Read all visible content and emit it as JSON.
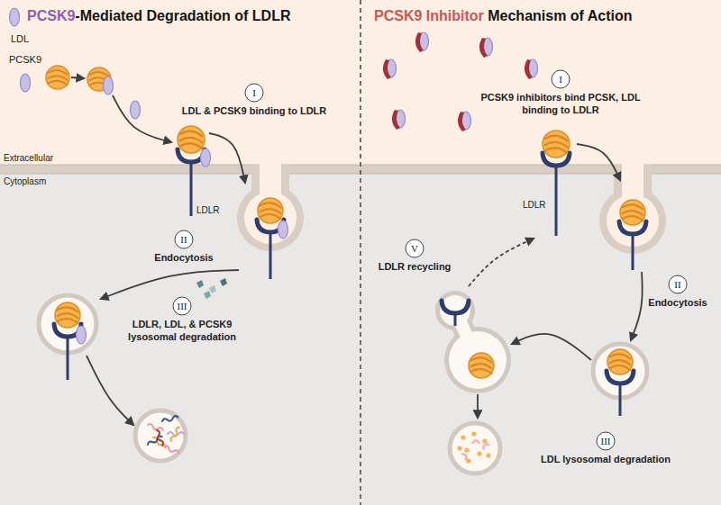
{
  "diagram": {
    "nodes": [
      {
        "text": [
          "PCSK9-Mediated Degradation of LDLR"
        ]
      },
      {
        "text": [
          "PCSK9 Inhibitor Mechanism of Action"
        ]
      },
      {
        "text": [
          "I",
          "LDL & PCSK9 binding to LDLR"
        ],
        "in": 0
      },
      {
        "text": [
          "II",
          "Endocytosis"
        ],
        "in": 0
      },
      {
        "text": [
          "III",
          "LDLR, LDL, & PCSK9 lysosomal degradation"
        ],
        "in": 0
      },
      {
        "text": [
          "I",
          "PCSK9 inhibitors bind PCSK, LDL binding to LDLR"
        ],
        "in": 1
      },
      {
        "text": [
          "V",
          "LDLR recycling"
        ],
        "in": 1
      },
      {
        "text": [
          "II",
          "Endocytosis"
        ],
        "in": 1
      },
      {
        "text": [
          "III",
          "LDL lysosomal degradation"
        ],
        "in": 1
      }
    ],
    "labels": [
      "LDL",
      "PCSK9",
      "Extracellular",
      "Cytoplasm",
      "LDLR",
      "LDLR"
    ]
  }
}
